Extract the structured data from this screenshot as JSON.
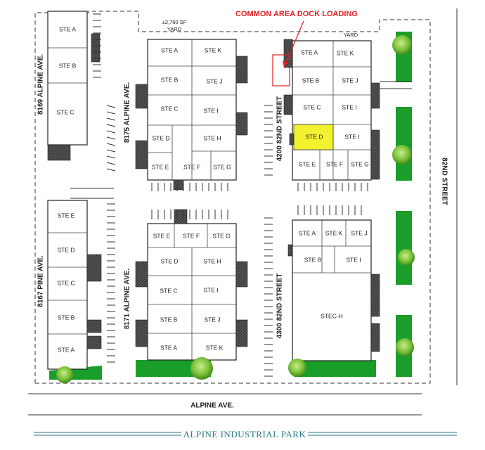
{
  "callout": {
    "label": "COMMON AREA DOCK LOADING"
  },
  "footer": {
    "title": "ALPINE INDUSTRIAL PARK"
  },
  "yard_top": {
    "line1": "±2,760 SF",
    "line2": "YARD"
  },
  "yard_right": {
    "label": "YARD"
  },
  "streets": {
    "b8169": "8169 ALPINE AVE.",
    "b8175": "8175 ALPINE AVE.",
    "b4200": "4200 82ND STREET",
    "b8167": "8167 PINE AVE.",
    "b8171": "8171 ALPINE AVE.",
    "b4300": "4300 82ND STREET",
    "east": "82ND STREET",
    "south": "ALPINE AVE."
  },
  "suites": {
    "b8169": [
      "STE A",
      "STE B",
      "STE C"
    ],
    "b8175": [
      "STE A",
      "STE K",
      "STE B",
      "STE J",
      "STE C",
      "STE I",
      "STE D",
      "STE H",
      "STE E",
      "STE F",
      "STE G"
    ],
    "b4200": [
      "STE A",
      "STE K",
      "STE B",
      "STE J",
      "STE C",
      "STE I",
      "STE D",
      "STE I",
      "STE E",
      "STE F",
      "STE G"
    ],
    "b8167": [
      "STE E",
      "STE D",
      "STE C",
      "STE B",
      "STE A"
    ],
    "b8171": [
      "STE E",
      "STE F",
      "STE G",
      "STE D",
      "STE H",
      "STE C",
      "STE I",
      "STE B",
      "STE J",
      "STE A",
      "STE K"
    ],
    "b4300": [
      "STE A",
      "STE K",
      "STE J",
      "STE B",
      "STE I",
      "STEC-H"
    ]
  },
  "colors": {
    "highlight": "#f2f230",
    "green": "#1a9e2a",
    "callout": "#e31e24",
    "footer": "#2a7a88"
  }
}
